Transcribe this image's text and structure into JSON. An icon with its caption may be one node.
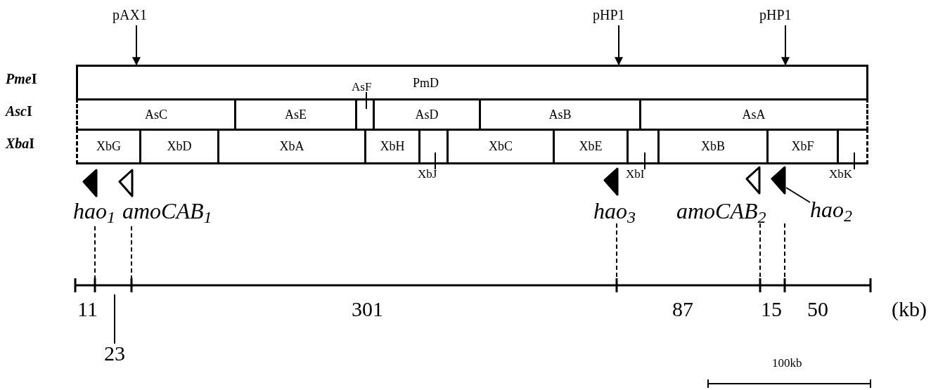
{
  "diagram": {
    "nodes": [
      {
        "text": [
          "pAX1"
        ]
      },
      {
        "text": [
          "pHP1"
        ]
      },
      {
        "text": [
          "pHP1"
        ]
      },
      {
        "text": [
          "PmD"
        ]
      },
      {
        "text": [
          "AsC"
        ]
      },
      {
        "text": [
          "AsE"
        ]
      },
      {
        "text": [],
        "shape": "box",
        "beside": [
          "AsF"
        ]
      },
      {
        "text": [
          "AsD"
        ]
      },
      {
        "text": [
          "AsB"
        ]
      },
      {
        "text": [
          "AsA"
        ]
      },
      {
        "text": [
          "XbG"
        ]
      },
      {
        "text": [
          "XbD"
        ]
      },
      {
        "text": [
          "XbA"
        ]
      },
      {
        "text": [
          "XbH"
        ]
      },
      {
        "text": [],
        "shape": "box",
        "beside": [
          "XbJ"
        ]
      },
      {
        "text": [
          "XbC"
        ]
      },
      {
        "text": [
          "XbE"
        ]
      },
      {
        "text": [],
        "shape": "box",
        "beside": [
          "XbI"
        ]
      },
      {
        "text": [
          "XbB"
        ]
      },
      {
        "text": [
          "XbF"
        ]
      },
      {
        "text": [],
        "shape": "box",
        "beside": [
          "XbK"
        ]
      },
      {
        "text": [],
        "shape": "triangle",
        "beside": [
          "hao$_{1}$"
        ]
      },
      {
        "text": [],
        "shape": "triangle",
        "beside": [
          "amoCAB$_{1}$"
        ]
      },
      {
        "text": [],
        "shape": "triangle",
        "beside": [
          "hao$_{3}$"
        ]
      },
      {
        "text": [],
        "shape": "triangle",
        "beside": [
          "amoCAB$_{2}$"
        ]
      },
      {
        "text": [],
        "shape": "triangle"
      },
      {
        "text": [
          "hao$_{2}$"
        ]
      }
    ],
    "edges": [
      {
        "from": 0,
        "to": 3,
        "arrow": "to"
      },
      {
        "from": 1,
        "to": 3,
        "arrow": "to"
      },
      {
        "from": 2,
        "to": 3,
        "arrow": "to"
      },
      {
        "from": 26,
        "to": 25,
        "arrow": "none"
      }
    ],
    "labels": [
      "PmeI",
      "AscI",
      "XbaI",
      "11",
      "23",
      "301",
      "87",
      "15",
      "50",
      "(kb)",
      "100kb"
    ]
  }
}
